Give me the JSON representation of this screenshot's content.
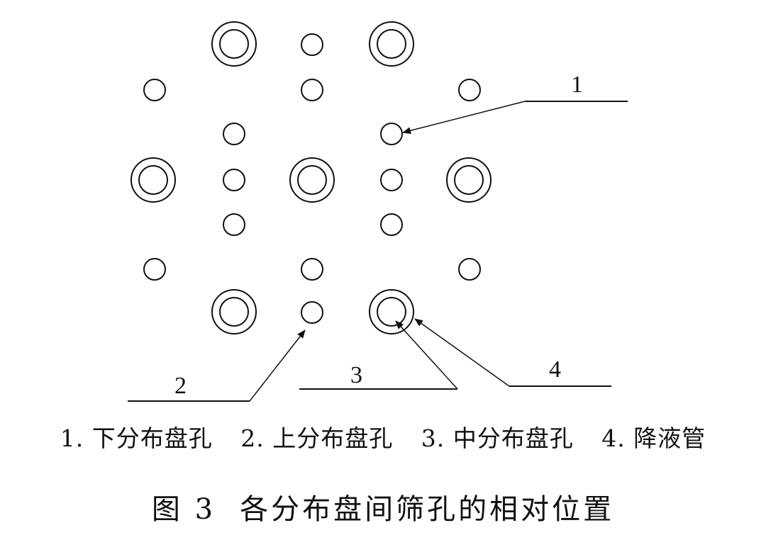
{
  "callouts": [
    "1",
    "2",
    "3",
    "4"
  ],
  "legend": [
    {
      "num": "1.",
      "text": "下分布盘孔"
    },
    {
      "num": "2.",
      "text": "上分布盘孔"
    },
    {
      "num": "3.",
      "text": "中分布盘孔"
    },
    {
      "num": "4.",
      "text": "降液管"
    }
  ],
  "caption": {
    "figure": "图 3",
    "title": "各分布盘间筛孔的相对位置"
  },
  "stroke_color": "#111111"
}
